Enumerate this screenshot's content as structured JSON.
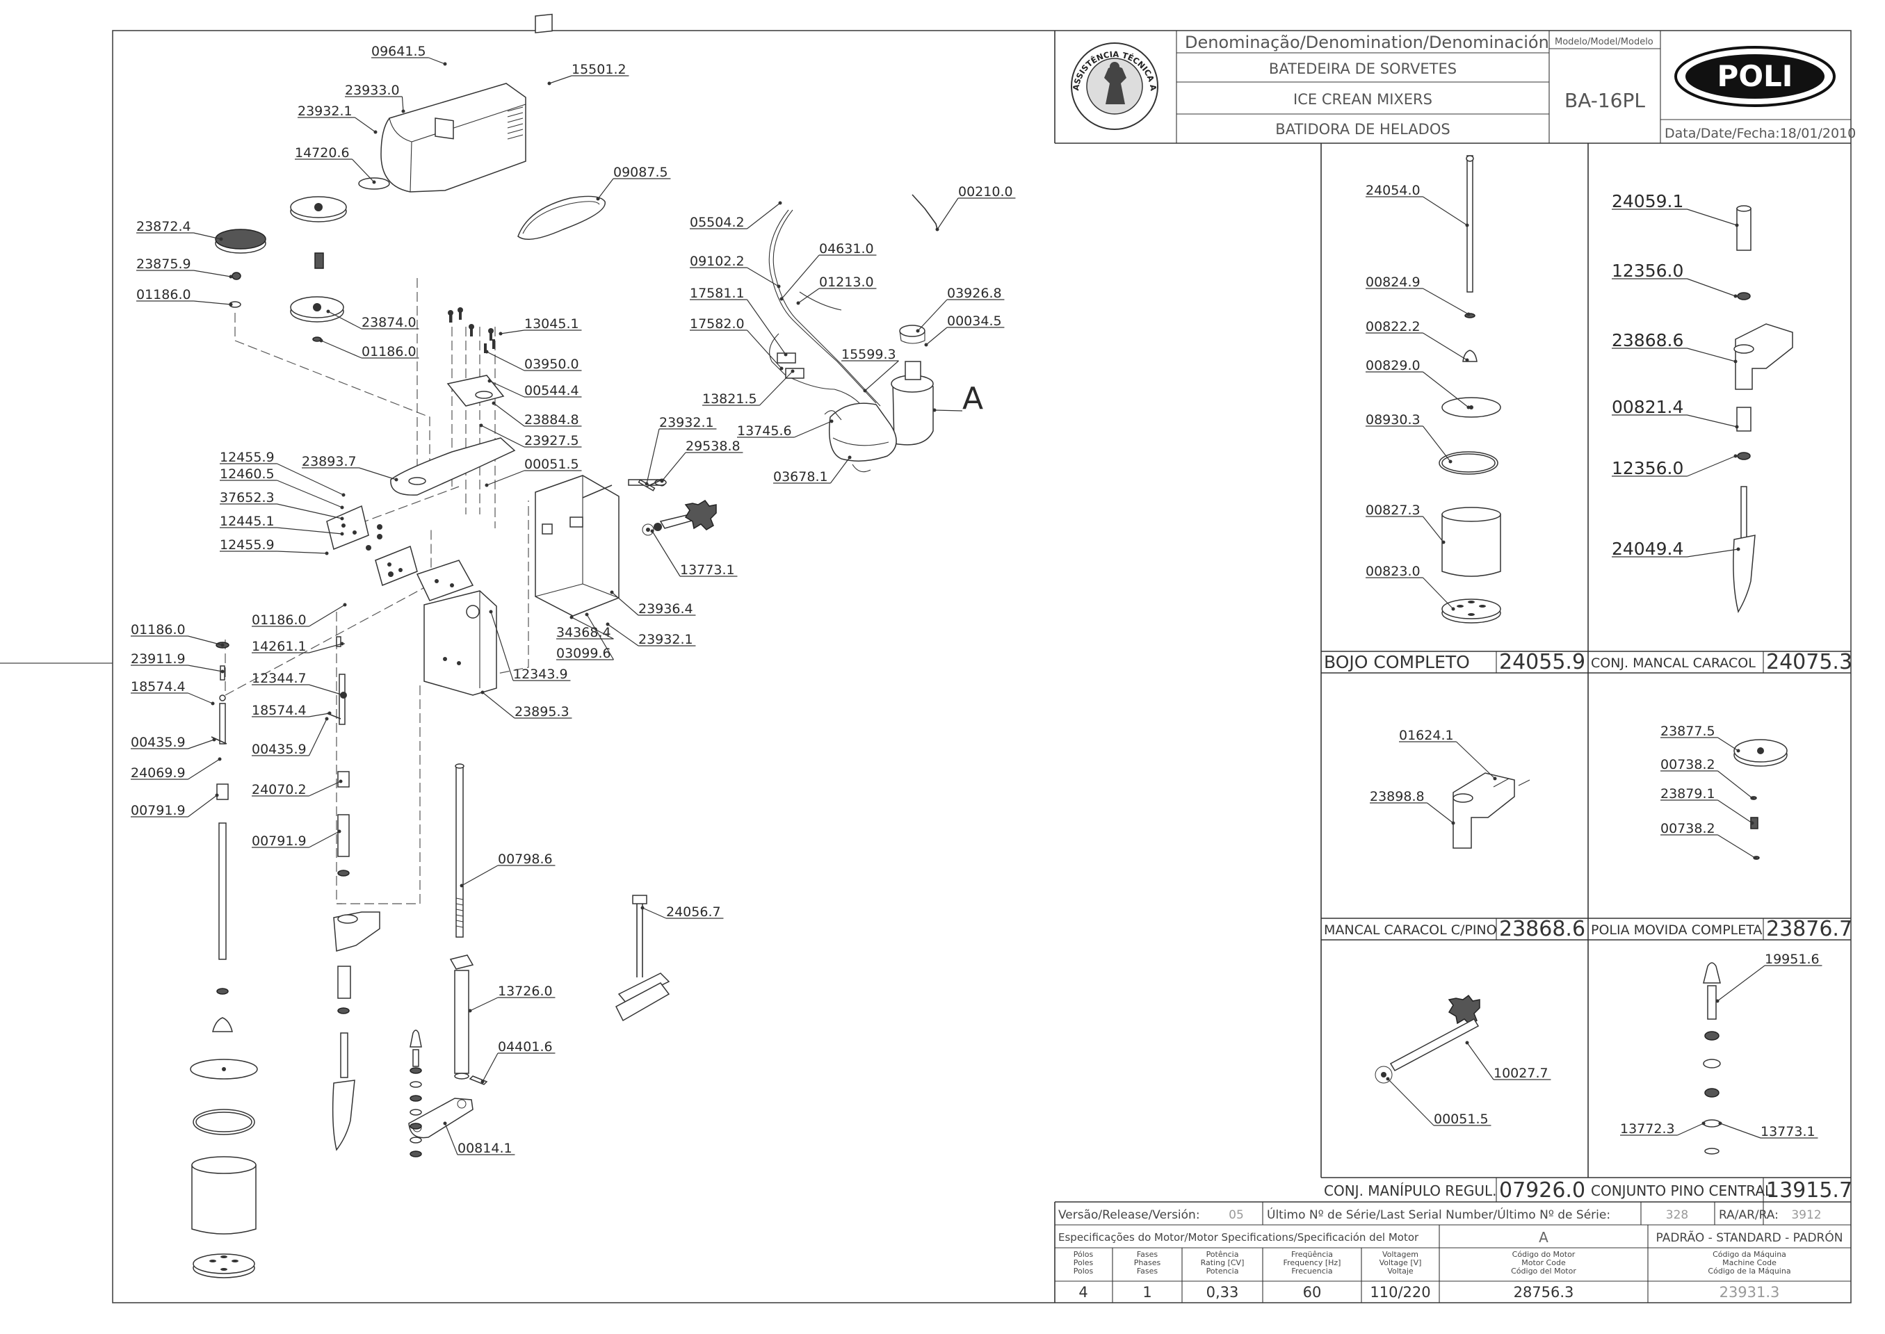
{
  "title_block": {
    "denomination_header": "Denominação/Denomination/Denominación",
    "name_pt": "BATEDEIRA DE SORVETES",
    "name_en": "ICE CREAN MIXERS",
    "name_es": "BATIDORA DE HELADOS",
    "model_header": "Modelo/Model/Modelo",
    "model": "BA-16PL",
    "date": "Data/Date/Fecha:18/01/2010",
    "brand": "POLI",
    "seal_text": "ASSISTÊNCIA TÉCNICA AUTORIZADA"
  },
  "callouts": [
    {
      "text": "09641.5"
    },
    {
      "text": "15501.2"
    },
    {
      "text": "23933.0"
    },
    {
      "text": "23932.1"
    },
    {
      "text": "14720.6"
    },
    {
      "text": "09087.5"
    },
    {
      "text": "23872.4"
    },
    {
      "text": "23875.9"
    },
    {
      "text": "01186.0"
    },
    {
      "text": "23874.0"
    },
    {
      "text": "01186.0"
    },
    {
      "text": "13045.1"
    },
    {
      "text": "03950.0"
    },
    {
      "text": "00544.4"
    },
    {
      "text": "23884.8"
    },
    {
      "text": "23927.5"
    },
    {
      "text": "00051.5"
    },
    {
      "text": "12455.9"
    },
    {
      "text": "23893.7"
    },
    {
      "text": "12460.5"
    },
    {
      "text": "37652.3"
    },
    {
      "text": "12445.1"
    },
    {
      "text": "12455.9"
    },
    {
      "text": "01186.0"
    },
    {
      "text": "01186.0"
    },
    {
      "text": "14261.1"
    },
    {
      "text": "23911.9"
    },
    {
      "text": "12344.7"
    },
    {
      "text": "18574.4"
    },
    {
      "text": "18574.4"
    },
    {
      "text": "00435.9"
    },
    {
      "text": "00435.9"
    },
    {
      "text": "24069.9"
    },
    {
      "text": "24070.2"
    },
    {
      "text": "00791.9"
    },
    {
      "text": "00791.9"
    },
    {
      "text": "00798.6"
    },
    {
      "text": "24056.7"
    },
    {
      "text": "13726.0"
    },
    {
      "text": "04401.6"
    },
    {
      "text": "00814.1"
    },
    {
      "text": "05504.2"
    },
    {
      "text": "04631.0"
    },
    {
      "text": "09102.2"
    },
    {
      "text": "01213.0"
    },
    {
      "text": "17581.1"
    },
    {
      "text": "17582.0"
    },
    {
      "text": "00210.0"
    },
    {
      "text": "03926.8"
    },
    {
      "text": "00034.5"
    },
    {
      "text": "15599.3"
    },
    {
      "text": "13821.5"
    },
    {
      "text": "13745.6"
    },
    {
      "text": "03678.1"
    },
    {
      "text": "23932.1"
    },
    {
      "text": "29538.8"
    },
    {
      "text": "13773.1"
    },
    {
      "text": "23936.4"
    },
    {
      "text": "34368.4"
    },
    {
      "text": "23932.1"
    },
    {
      "text": "03099.6"
    },
    {
      "text": "12343.9"
    },
    {
      "text": "23895.3"
    },
    {
      "text": "A"
    }
  ],
  "panels": [
    {
      "callouts": [
        "24054.0",
        "00824.9",
        "00822.2",
        "00829.0",
        "08930.3",
        "00827.3",
        "00823.0"
      ],
      "caption": "BOJO COMPLETO",
      "code": "24055.9"
    },
    {
      "callouts": [
        "24059.1",
        "12356.0",
        "23868.6",
        "00821.4",
        "12356.0",
        "24049.4"
      ],
      "caption": "CONJ. MANCAL CARACOL",
      "code": "24075.3"
    },
    {
      "callouts": [
        "01624.1",
        "23898.8"
      ],
      "caption": "MANCAL CARACOL C/PINO",
      "code": "23868.6"
    },
    {
      "callouts": [
        "23877.5",
        "00738.2",
        "23879.1",
        "00738.2"
      ],
      "caption": "POLIA MOVIDA COMPLETA",
      "code": "23876.7"
    },
    {
      "callouts": [
        "10027.7",
        "00051.5"
      ],
      "caption": "CONJ. MANÍPULO REGUL.",
      "code": "07926.0"
    },
    {
      "callouts": [
        "19951.6",
        "13772.3",
        "13773.1"
      ],
      "caption": "CONJUNTO PINO CENTRAL",
      "code": "13915.7"
    }
  ],
  "footer": {
    "version_label": "Versão/Release/Versión:",
    "version_value": "05",
    "serial_label": "Último Nº de Série/Last Serial Number/Último Nº de Série:",
    "serial_value": "328",
    "ra_label": "RA/AR/RA:",
    "ra_value": "3912",
    "motor_spec_label": "Especificações do Motor/Motor Specifications/Specificación del Motor",
    "motor_variant": "A",
    "standard_label": "PADRÃO - STANDARD - PADRÓN",
    "headers": [
      [
        "Pólos",
        "Poles",
        "Polos"
      ],
      [
        "Fases",
        "Phases",
        "Fases"
      ],
      [
        "Potência",
        "Rating [CV]",
        "Potencia"
      ],
      [
        "Freqüência",
        "Frequency [Hz]",
        "Frecuencia"
      ],
      [
        "Voltagem",
        "Voltage [V]",
        "Voltaje"
      ],
      [
        "Código do Motor",
        "Motor Code",
        "Código del Motor"
      ],
      [
        "Código da Máquina",
        "Machine Code",
        "Código de la Máquina"
      ]
    ],
    "values": [
      "4",
      "1",
      "0,33",
      "60",
      "110/220",
      "28756.3",
      "23931.3"
    ]
  }
}
